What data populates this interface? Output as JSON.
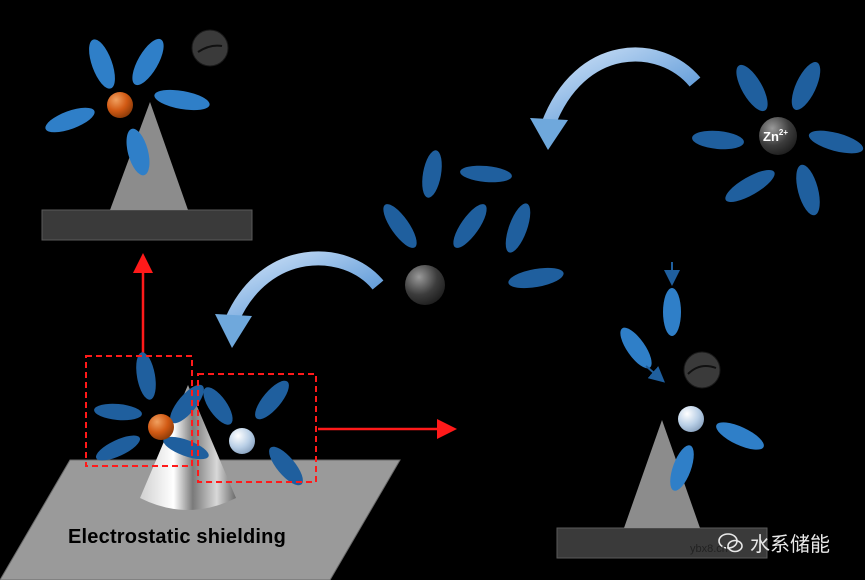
{
  "labels": {
    "zn_ion": "Zn",
    "zn_charge": "2+",
    "caption": "Electrostatic shielding"
  },
  "watermark": {
    "brand": "水系储能",
    "url": "ybx8.cn"
  },
  "colors": {
    "background": "#000000",
    "water_molecule": "#2f7fc8",
    "water_molecule_dark": "#1f5f9e",
    "shielding_cation": "#d25a14",
    "zinc_ion": "#3c3c3c",
    "reduced_zinc": "#c9dcf2",
    "arrow_red": "#ff1a1a",
    "substrate": "#3a3a3a",
    "tip": "#8c8c8c",
    "plate": "#9a9a9a",
    "curved_arrow": "#6fa8dc"
  }
}
